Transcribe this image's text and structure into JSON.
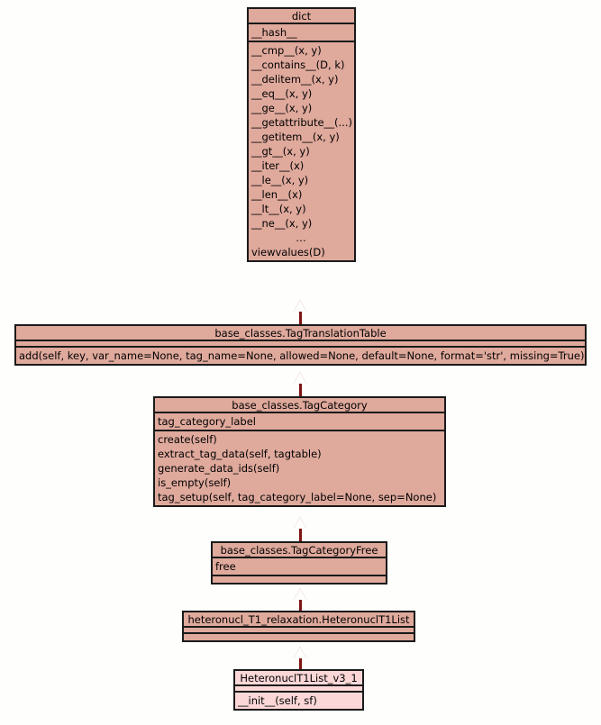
{
  "diagram": {
    "title": "UML class inheritance diagram",
    "background_color": "#fefefc",
    "box_fill_color": "#dfa99c",
    "box_fill_color_light": "#fcd7d7",
    "border_color": "#1a1a1a",
    "arrow_color": "#7e1414",
    "classes": [
      {
        "id": "dict",
        "name": "dict",
        "attributes": [
          "__hash__"
        ],
        "methods": [
          "__cmp__(x, y)",
          "__contains__(D, k)",
          "__delitem__(x, y)",
          "__eq__(x, y)",
          "__ge__(x, y)",
          "__getattribute__(...)",
          "__getitem__(x, y)",
          "__gt__(x, y)",
          "__iter__(x)",
          "__le__(x, y)",
          "__len__(x)",
          "__lt__(x, y)",
          "__ne__(x, y)",
          "…",
          "viewvalues(D)"
        ]
      },
      {
        "id": "tagtranslationtable",
        "name": "base_classes.TagTranslationTable",
        "attributes": [],
        "methods": [
          "add(self, key, var_name=None, tag_name=None, allowed=None, default=None, format='str', missing=True)"
        ]
      },
      {
        "id": "tagcategory",
        "name": "base_classes.TagCategory",
        "attributes": [
          "tag_category_label"
        ],
        "methods": [
          "create(self)",
          "extract_tag_data(self, tagtable)",
          "generate_data_ids(self)",
          "is_empty(self)",
          "tag_setup(self, tag_category_label=None, sep=None)"
        ]
      },
      {
        "id": "tagcategoryfree",
        "name": "base_classes.TagCategoryFree",
        "attributes": [
          "free"
        ],
        "methods": []
      },
      {
        "id": "heteronuclt1list",
        "name": "heteronucl_T1_relaxation.HeteronuclT1List",
        "attributes": [],
        "methods": []
      },
      {
        "id": "heteronuclt1list_v3_1",
        "name": "HeteronuclT1List_v3_1",
        "attributes": [],
        "methods": [
          "__init__(self, sf)"
        ]
      }
    ],
    "relations": [
      {
        "type": "inheritance",
        "from": "base_classes.TagTranslationTable",
        "to": "dict"
      },
      {
        "type": "inheritance",
        "from": "base_classes.TagCategory",
        "to": "base_classes.TagTranslationTable"
      },
      {
        "type": "inheritance",
        "from": "base_classes.TagCategoryFree",
        "to": "base_classes.TagCategory"
      },
      {
        "type": "inheritance",
        "from": "heteronucl_T1_relaxation.HeteronuclT1List",
        "to": "base_classes.TagCategoryFree"
      },
      {
        "type": "inheritance",
        "from": "HeteronuclT1List_v3_1",
        "to": "heteronucl_T1_relaxation.HeteronuclT1List"
      }
    ]
  }
}
